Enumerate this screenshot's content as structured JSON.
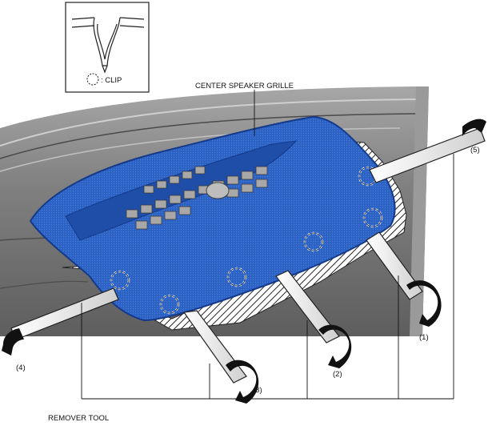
{
  "inset": {
    "legend_text": ": CLIP"
  },
  "labels": {
    "grille": "CENTER SPEAKER GRILLE",
    "remover_tool": "REMOVER TOOL",
    "step_1": "(1)",
    "step_2": "(2)",
    "step_3": "(3)",
    "step_4": "(4)",
    "step_5": "(5)"
  },
  "colors": {
    "grille_blue": "#2b5fc0",
    "grille_dark": "#153a8a",
    "dash_panel": "#6f6f6f",
    "hatch": "#222222",
    "tool_fill": "#f4f4f4"
  },
  "icons": [
    "clip-icon",
    "curved-arrow-icon",
    "remover-tool-icon"
  ]
}
